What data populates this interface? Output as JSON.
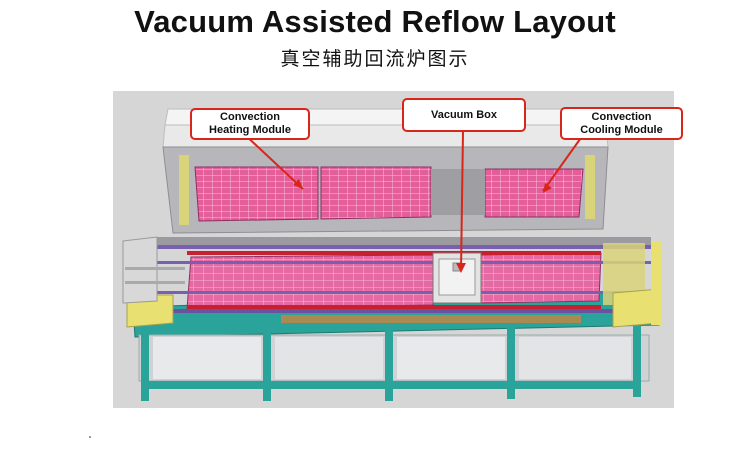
{
  "title": "Vacuum Assisted Reflow Layout",
  "subtitle": "真空辅助回流炉图示",
  "callouts": {
    "heating": {
      "line1": "Convection",
      "line2": "Heating Module"
    },
    "vacuum": {
      "label": "Vacuum Box"
    },
    "cooling": {
      "line1": "Convection",
      "line2": "Cooling Module"
    }
  },
  "colors": {
    "callout_border": "#d8261b",
    "frame_teal": "#2aa39a",
    "panel_pink": "#e04a90",
    "rail_purple": "#7a5fae",
    "frame_yellow": "#e8e070",
    "background_gray": "#dcdcdc"
  }
}
